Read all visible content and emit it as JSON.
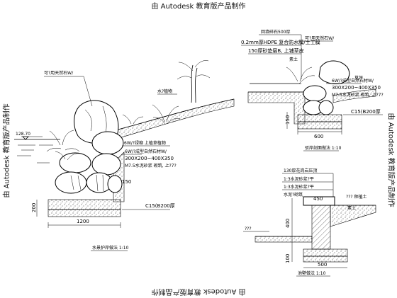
{
  "watermark": {
    "top": "由 Autodesk 教育版产品制作",
    "bottom": "由 Autodesk 教育版产品制作",
    "left": "由 Autodesk 教育版产品制作",
    "right": "由 Autodesk 教育版产品制作"
  },
  "left_section": {
    "label_top_left": "可?用天然石W/",
    "label_plant": "水?植物",
    "label_level": "128.70",
    "label_arrow_note": "6W/?绿缩 上植草植物",
    "label_stone_spec_1": "6W/?成型自然石材W/",
    "label_stone_spec_2": "300X200~400X350",
    "label_mortar": "M7.5水泥砂浆 砌筑, 上?7?",
    "dim_150": "150",
    "dim_200": "200",
    "label_concrete": "C15(B200厚",
    "dim_1200": "1200",
    "caption": "水景护岸做法 1:10"
  },
  "top_right_section": {
    "label_stone": "可?用天然石W/",
    "label_gravel": "回填碎石500厚",
    "label_film": "0.2mm厚HDPE 复合防水膜/土工膜",
    "label_sand": "150厚砂垫层B, 上铺草皮",
    "label_soil": "素土",
    "label_grass": "草坪",
    "label_stone_spec_1": "6W/?成型自然石材W/",
    "label_stone_spec_2": "300X200~400X350",
    "label_mortar": "M7.5水泥砂浆 砌筑, 上?7?",
    "label_concrete": "C15(B200厚",
    "dim_150": "150",
    "dim_600": "600",
    "caption": "驳岸剖面做法 1:10"
  },
  "bottom_right_section": {
    "label_1": "130厚花岗岩压顶",
    "label_2": "1:3水泥砂浆?平",
    "label_3": "1:3水泥砂浆?平",
    "label_4": "水泥?砌筑",
    "dim_450": "450",
    "label_soil": "素土",
    "label_side": "??? 种植土",
    "dim_400": "400",
    "dim_100": "100",
    "label_water": "???",
    "dim_500": "500",
    "caption": "池壁做法 1:10"
  }
}
